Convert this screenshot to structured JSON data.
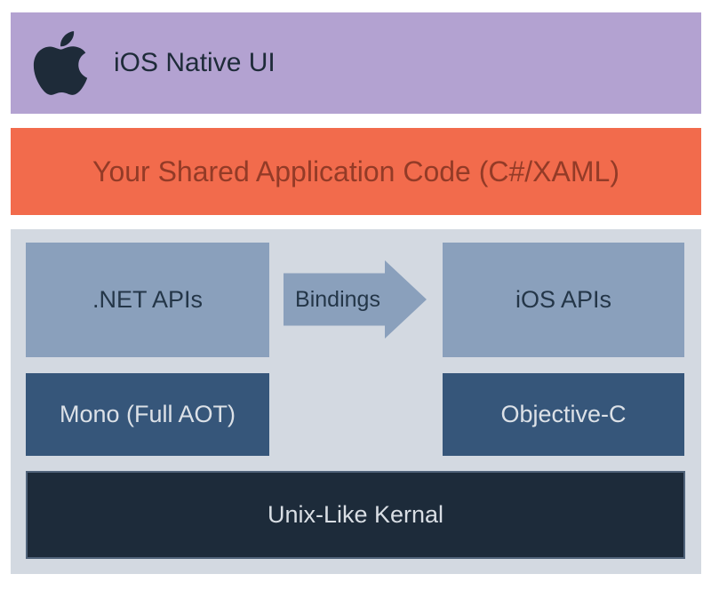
{
  "diagram": {
    "native_ui_bar": {
      "label": "iOS Native UI",
      "icon": "apple-logo",
      "bg_color": "#b3a2d1",
      "text_color": "#1e2b39"
    },
    "shared_code_bar": {
      "label": "Your Shared Application Code (C#/XAML)",
      "bg_color": "#f26b4c",
      "text_color": "#933b27"
    },
    "runtime_section": {
      "bg_color": "#d3d9e1",
      "light_box_color": "#8aa0bc",
      "dark_box_color": "#36567a",
      "kernel_box_color": "#1d2b3a",
      "net_apis_label": ".NET APIs",
      "bindings_label": "Bindings",
      "ios_apis_label": "iOS APIs",
      "mono_label": "Mono (Full AOT)",
      "objective_c_label": "Objective-C",
      "kernel_label": "Unix-Like Kernal"
    }
  }
}
